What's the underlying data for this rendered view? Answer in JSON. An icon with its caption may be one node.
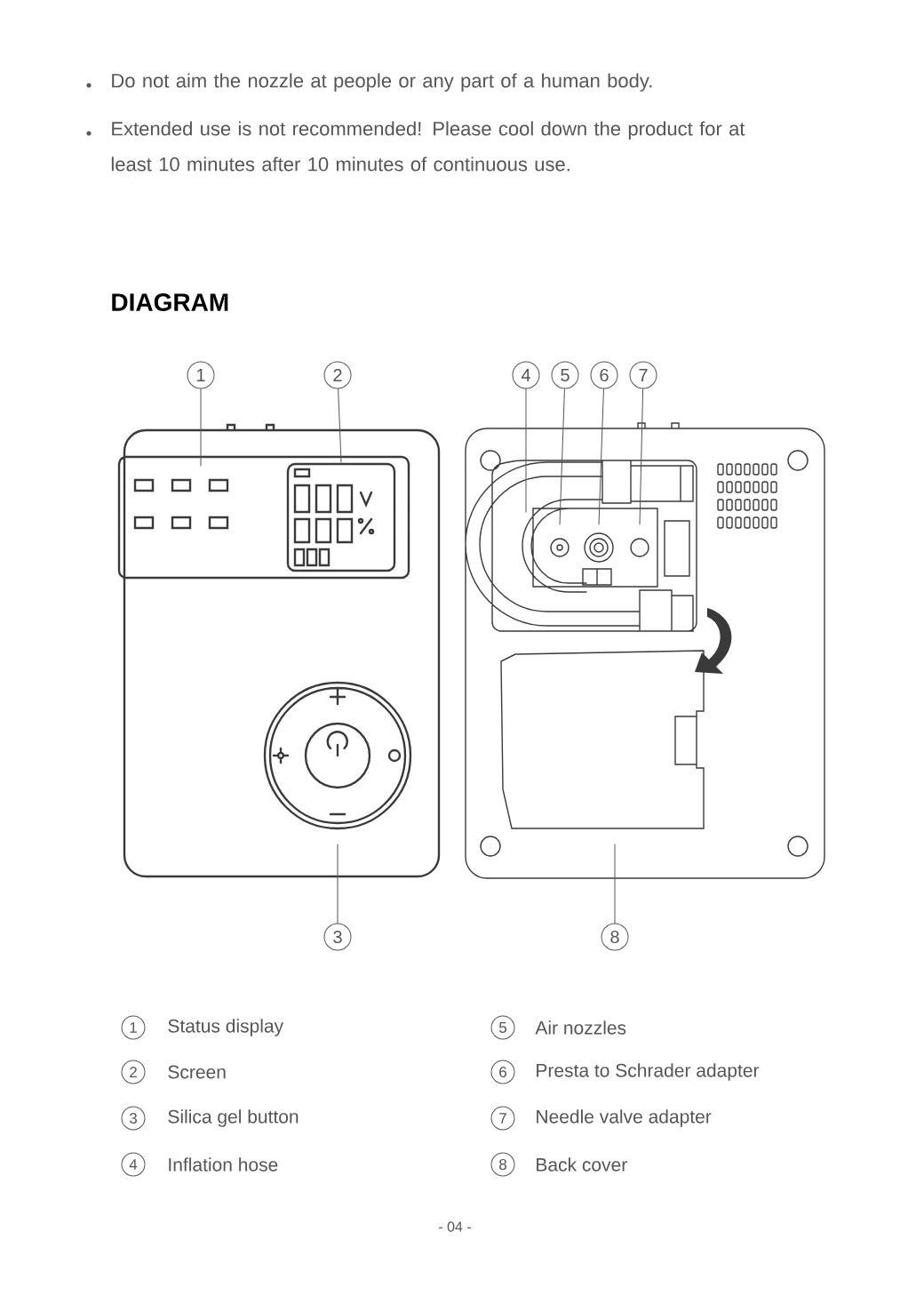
{
  "diagram": {
    "title": "DIAGRAM",
    "nodes": [
      {
        "text": [
          "1"
        ]
      },
      {
        "text": [
          "2"
        ]
      },
      {
        "text": [
          "4"
        ]
      },
      {
        "text": [
          "5"
        ]
      },
      {
        "text": [
          "6"
        ]
      },
      {
        "text": [
          "7"
        ]
      },
      {
        "text": [
          "3"
        ]
      },
      {
        "text": [
          "8"
        ]
      }
    ],
    "edges": [
      {
        "from": 0,
        "to": null,
        "arrow": "none"
      },
      {
        "from": 1,
        "to": null,
        "arrow": "none"
      },
      {
        "from": 2,
        "to": null,
        "arrow": "none"
      },
      {
        "from": 3,
        "to": null,
        "arrow": "none"
      },
      {
        "from": 4,
        "to": null,
        "arrow": "none"
      },
      {
        "from": 5,
        "to": null,
        "arrow": "none"
      },
      {
        "from": 6,
        "to": null,
        "arrow": "none"
      },
      {
        "from": 7,
        "to": null,
        "arrow": "none"
      }
    ],
    "labels": [
      "Do not aim the nozzle at people or any part of a human body.",
      "Extended use is not recommended! Please cool down the product for at least 10 minutes after 10 minutes of continuous use.",
      "1",
      "Status display",
      "5",
      "Air nozzles",
      "2",
      "Screen",
      "6",
      "Presta to Schrader adapter",
      "3",
      "Silica gel button",
      "7",
      "Needle valve adapter",
      "4",
      "Inflation hose",
      "8",
      "Back cover",
      "- 04 -"
    ]
  }
}
